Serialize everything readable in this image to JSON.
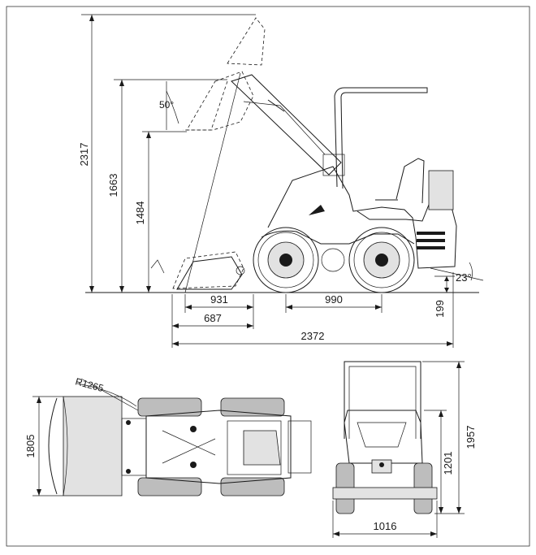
{
  "side_view": {
    "dims": {
      "max_height": "2317",
      "dump_height": "1663",
      "pin_height": "1484",
      "dump_angle": "50°",
      "bucket_reach": "931",
      "front_overhang": "687",
      "wheelbase": "990",
      "total_length": "2372",
      "ground_clearance": "199",
      "departure_angle": "23°"
    }
  },
  "top_view": {
    "dims": {
      "bucket_width": "1805",
      "turning_radius": "R1265"
    }
  },
  "front_view": {
    "dims": {
      "total_height": "1957",
      "cab_height": "1201",
      "track_width": "1016"
    }
  }
}
